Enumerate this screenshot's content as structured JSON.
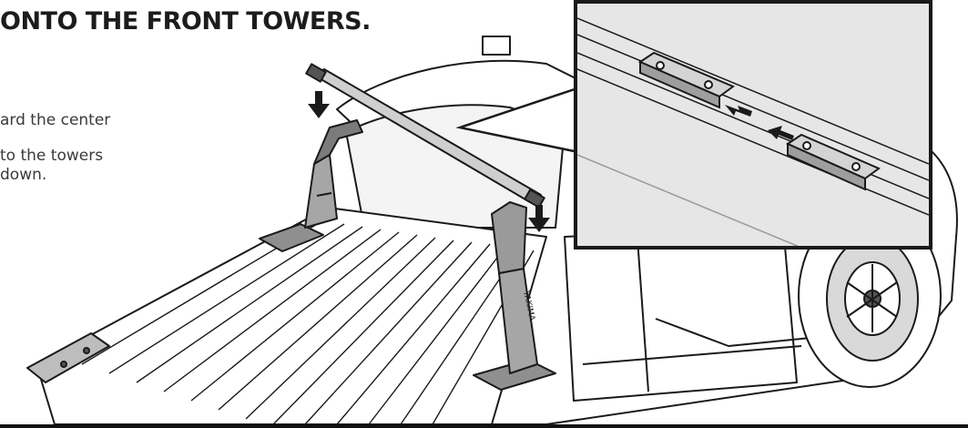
{
  "instruction": {
    "heading": "ONTO THE FRONT TOWERS.",
    "lines": [
      "ard the center",
      "to the towers",
      "down."
    ]
  },
  "bar_brand_text": "YAKIMA",
  "icons": {
    "arrow_down": "down-arrow-icon",
    "arrow_right": "right-arrow-icon",
    "arrow_left": "left-arrow-icon"
  },
  "colors": {
    "line": "#1a1a1a",
    "rack_part": "#9a9a9a",
    "rack_dark": "#555555",
    "detail_bg": "#e6e6e6"
  }
}
